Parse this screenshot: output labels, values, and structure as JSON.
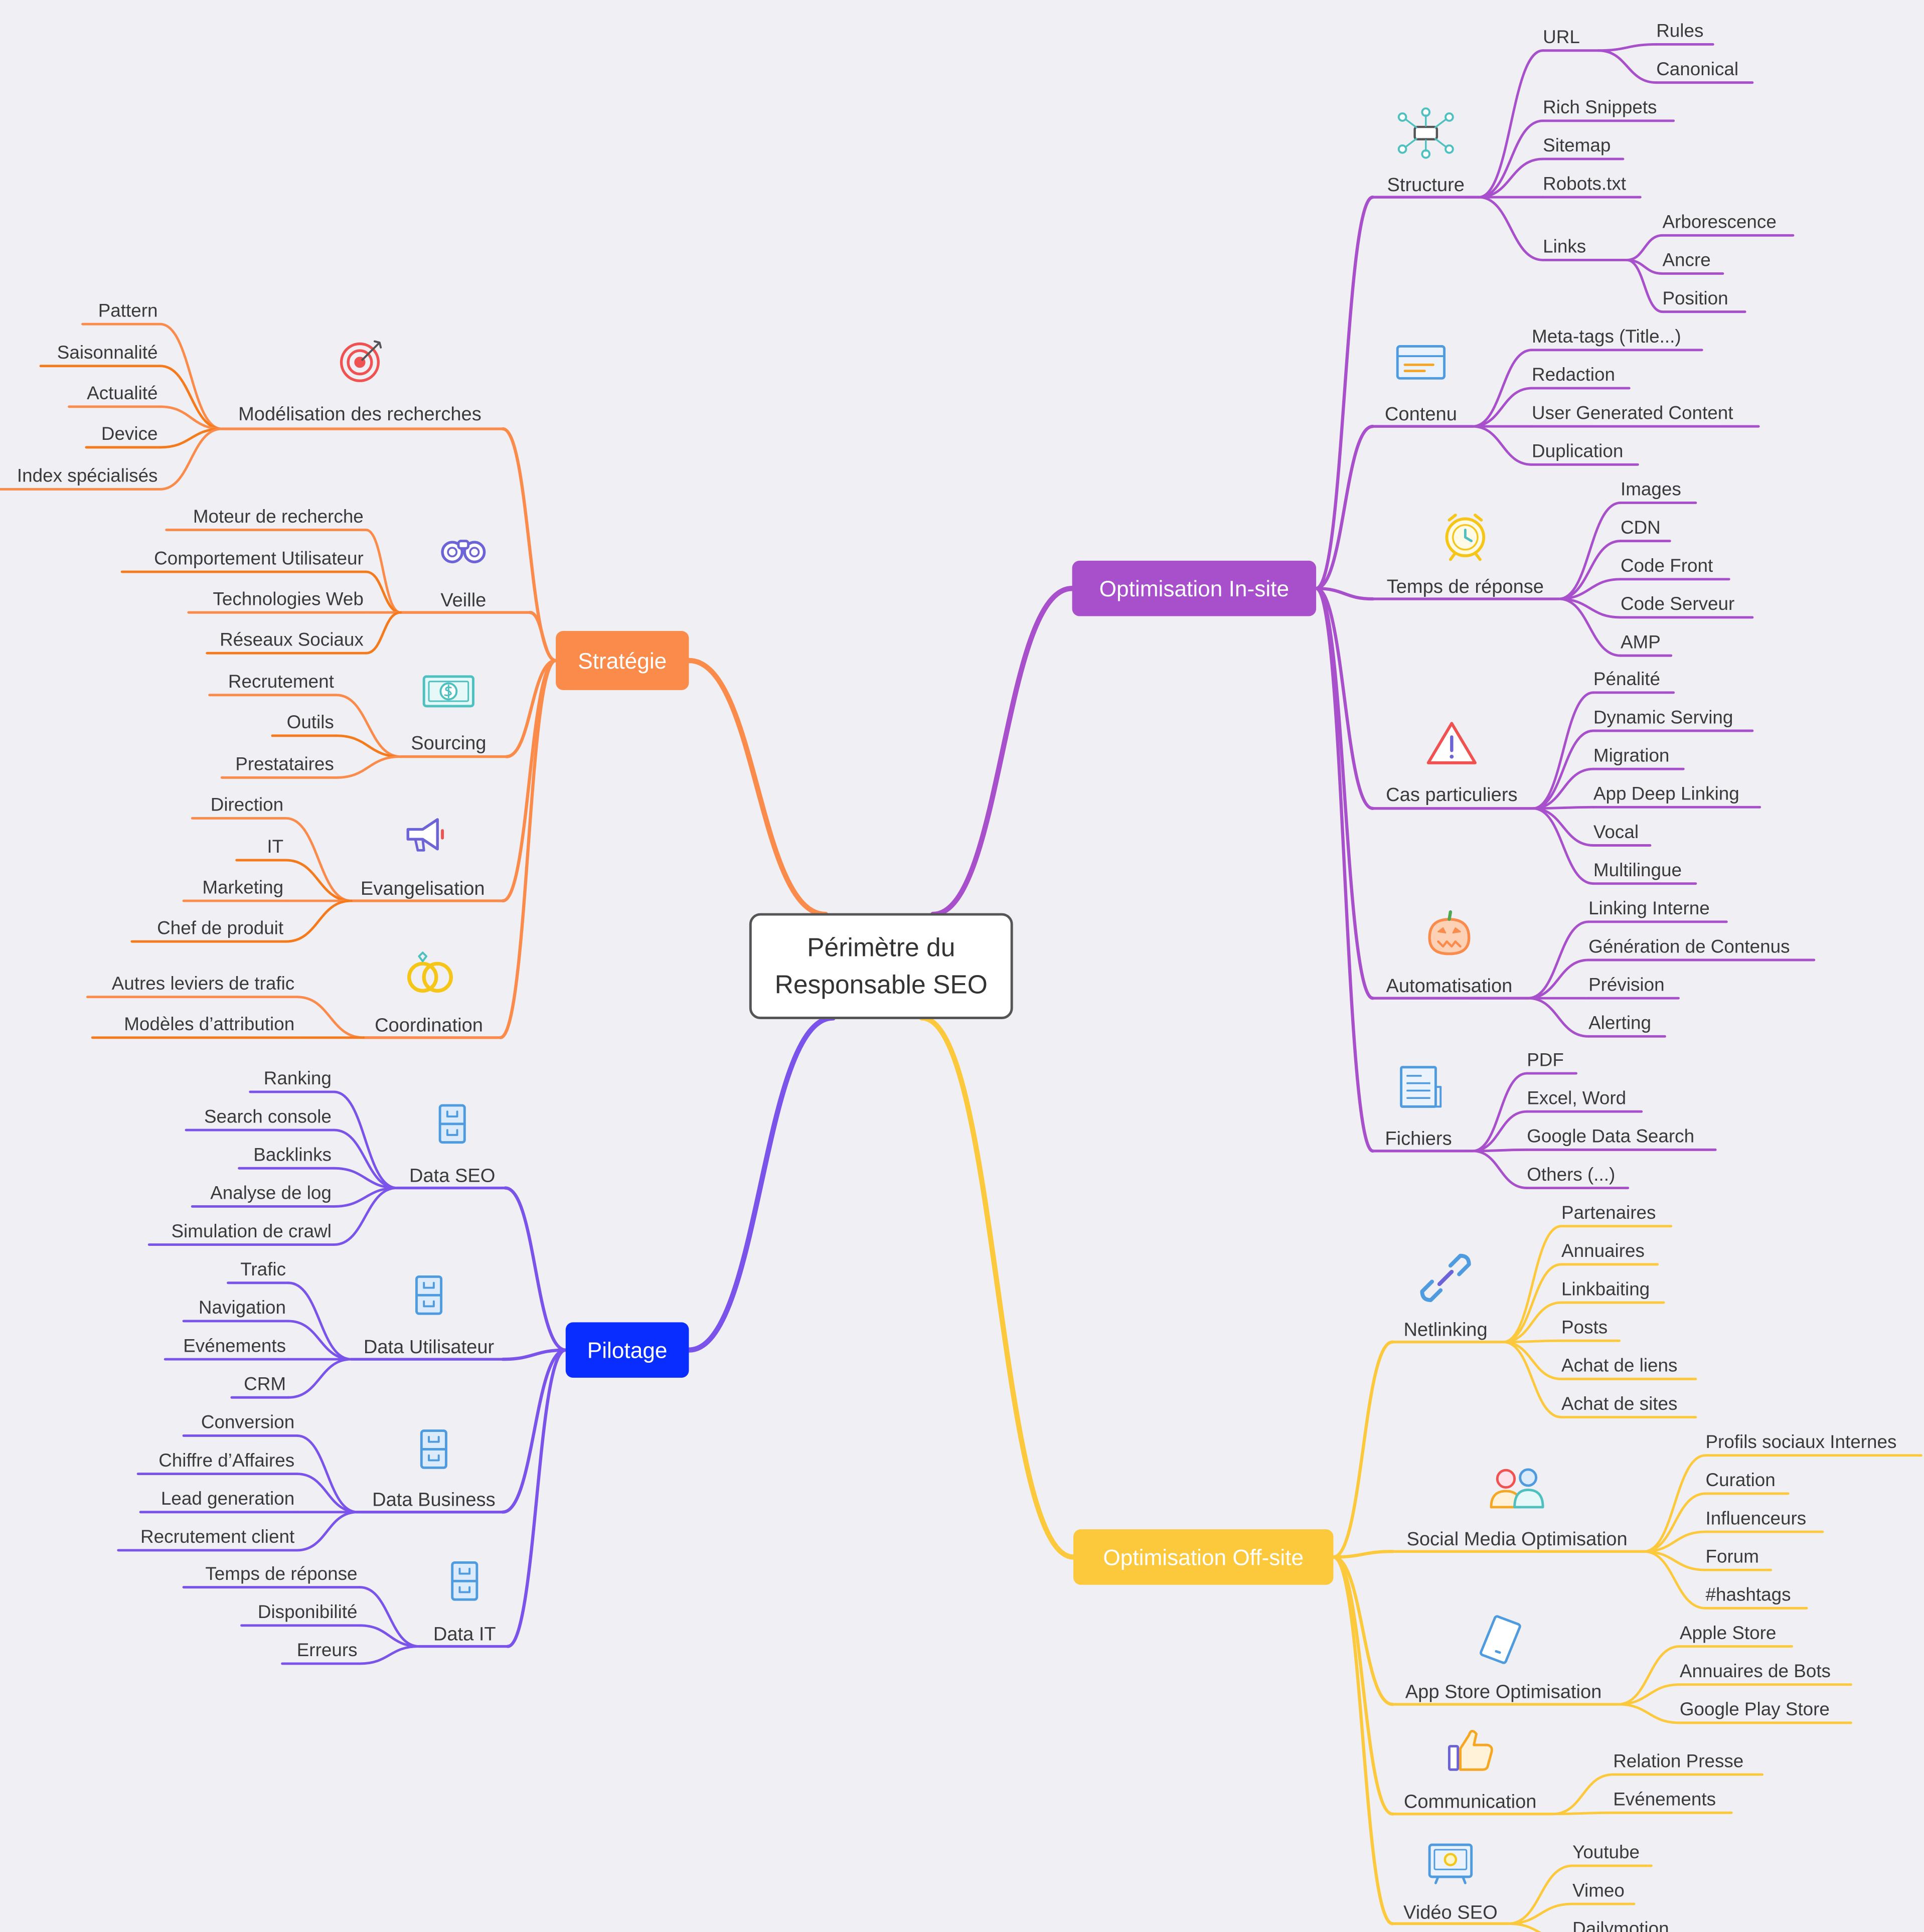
{
  "center": {
    "label": "Périmètre du Responsable SEO"
  },
  "colors": {
    "strategie": "#fb8b4b",
    "strategie_dark": "#f57a1b",
    "insite": "#a84fcc",
    "offsite": "#fdc93c",
    "pilotage": "#7a54ea",
    "pilotage_node": "#0a2dff",
    "background": "#efeff4",
    "text": "#3a3a3a"
  },
  "branches": [
    {
      "key": "strategie",
      "label": "Stratégie",
      "side": "left",
      "children": [
        {
          "label": "Modélisation des recherches",
          "icon": "target-icon",
          "leaves": [
            "Pattern",
            "Saisonnalité",
            "Actualité",
            "Device",
            "Index spécialisés"
          ]
        },
        {
          "label": "Veille",
          "icon": "binoculars-icon",
          "leaves": [
            "Moteur de recherche",
            "Comportement Utilisateur",
            "Technologies Web",
            "Réseaux Sociaux"
          ]
        },
        {
          "label": "Sourcing",
          "icon": "money-icon",
          "leaves": [
            "Recrutement",
            "Outils",
            "Prestataires"
          ]
        },
        {
          "label": "Evangelisation",
          "icon": "megaphone-icon",
          "leaves": [
            "Direction",
            "IT",
            "Marketing",
            "Chef de produit"
          ]
        },
        {
          "label": "Coordination",
          "icon": "rings-icon",
          "leaves": [
            "Autres leviers de trafic",
            "Modèles d’attribution"
          ]
        }
      ]
    },
    {
      "key": "pilotage",
      "label": "Pilotage",
      "side": "left",
      "children": [
        {
          "label": "Data SEO",
          "icon": "cabinet-icon",
          "leaves": [
            "Ranking",
            "Search console",
            "Backlinks",
            "Analyse de log",
            "Simulation de crawl"
          ]
        },
        {
          "label": "Data Utilisateur",
          "icon": "cabinet-icon",
          "leaves": [
            "Trafic",
            "Navigation",
            "Evénements",
            "CRM"
          ]
        },
        {
          "label": "Data Business",
          "icon": "cabinet-icon",
          "leaves": [
            "Conversion",
            "Chiffre d’Affaires",
            "Lead generation",
            "Recrutement client"
          ]
        },
        {
          "label": "Data IT",
          "icon": "cabinet-icon",
          "leaves": [
            "Temps de réponse",
            "Disponibilité",
            "Erreurs"
          ]
        }
      ]
    },
    {
      "key": "insite",
      "label": "Optimisation In-site",
      "side": "right",
      "children": [
        {
          "label": "Structure",
          "icon": "network-icon",
          "leaves": [
            {
              "label": "URL",
              "leaves": [
                "Rules",
                "Canonical"
              ]
            },
            "Rich Snippets",
            "Sitemap",
            "Robots.txt",
            {
              "label": "Links",
              "leaves": [
                "Arborescence",
                "Ancre",
                "Position"
              ]
            }
          ]
        },
        {
          "label": "Contenu",
          "icon": "card-icon",
          "leaves": [
            "Meta-tags (Title...)",
            "Redaction",
            "User Generated Content",
            "Duplication"
          ]
        },
        {
          "label": "Temps de réponse",
          "icon": "alarm-clock-icon",
          "leaves": [
            "Images",
            "CDN",
            "Code Front",
            "Code Serveur",
            "AMP"
          ]
        },
        {
          "label": "Cas particuliers",
          "icon": "warning-icon",
          "leaves": [
            "Pénalité",
            "Dynamic Serving",
            "Migration",
            "App Deep Linking",
            "Vocal",
            "Multilingue"
          ]
        },
        {
          "label": "Automatisation",
          "icon": "pumpkin-icon",
          "leaves": [
            "Linking Interne",
            "Génération de Contenus",
            "Prévision",
            "Alerting"
          ]
        },
        {
          "label": "Fichiers",
          "icon": "document-icon",
          "leaves": [
            "PDF",
            "Excel, Word",
            "Google Data Search",
            "Others (...)"
          ]
        }
      ]
    },
    {
      "key": "offsite",
      "label": "Optimisation Off-site",
      "side": "right",
      "children": [
        {
          "label": "Netlinking",
          "icon": "link-icon",
          "leaves": [
            "Partenaires",
            "Annuaires",
            "Linkbaiting",
            "Posts",
            "Achat de liens",
            "Achat de sites"
          ]
        },
        {
          "label": "Social Media Optimisation",
          "icon": "people-icon",
          "leaves": [
            "Profils sociaux Internes",
            "Curation",
            "Influenceurs",
            "Forum",
            "#hashtags"
          ]
        },
        {
          "label": "App Store Optimisation",
          "icon": "phone-icon",
          "leaves": [
            "Apple Store",
            "Annuaires de Bots",
            "Google Play Store"
          ]
        },
        {
          "label": "Communication",
          "icon": "thumbs-up-icon",
          "leaves": [
            "Relation Presse",
            "Evénements"
          ]
        },
        {
          "label": "Vidéo SEO",
          "icon": "video-icon",
          "leaves": [
            "Youtube",
            "Vimeo",
            "Dailymotion"
          ]
        }
      ]
    }
  ]
}
